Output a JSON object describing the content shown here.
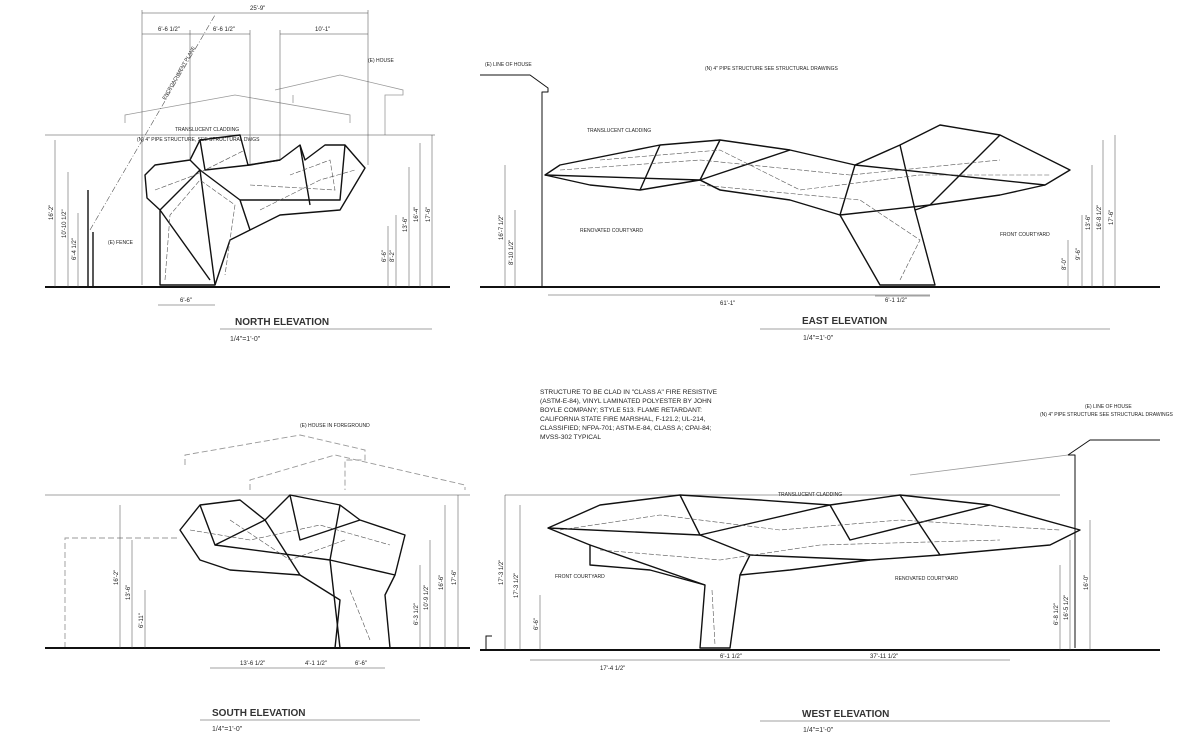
{
  "north": {
    "title": "NORTH ELEVATION",
    "scale": "1/4\"=1'-0\"",
    "dims": {
      "overall": "25'-9\"",
      "a": "6'-6 1/2\"",
      "b": "6'-6 1/2\"",
      "c": "10'-1\"",
      "base": "6'-6\"",
      "h1": "16'-2\"",
      "h2": "10'-10 1/2\"",
      "h3": "6'-4 1/2\"",
      "r1": "6'-6\"",
      "r2": "8'-2\"",
      "r3": "13'-6\"",
      "r4": "16'-4\"",
      "r5": "17'-6\""
    },
    "labels": {
      "house": "(E) HOUSE",
      "plane": "ENCROACHMENT PLANE",
      "cladding": "TRANSLUCENT CLADDING",
      "pipe": "(N) 4\" PIPE STRUCTURE, SEE STRUCTURAL DWGS",
      "fence": "(E) FENCE"
    }
  },
  "east": {
    "title": "EAST ELEVATION",
    "scale": "1/4\"=1'-0\"",
    "dims": {
      "overall": "61'-1\"",
      "base": "6'-1 1/2\"",
      "h1": "16'-7 1/2\"",
      "h2": "8'-10 1/2\"",
      "r1": "8'-0\"",
      "r2": "9'-6\"",
      "r3": "13'-6\"",
      "r4": "16'-8 1/2\"",
      "r5": "17'-6\""
    },
    "labels": {
      "line": "(E) LINE OF HOUSE",
      "pipe": "(N) 4\" PIPE STRUCTURE SEE STRUCTURAL DRAWINGS",
      "cladding": "TRANSLUCENT CLADDING",
      "renovated": "RENOVATED COURTYARD",
      "front": "FRONT COURTYARD"
    }
  },
  "south": {
    "title": "SOUTH ELEVATION",
    "scale": "1/4\"=1'-0\"",
    "dims": {
      "a": "13'-6 1/2\"",
      "b": "4'-1 1/2\"",
      "c": "6'-6\"",
      "h1": "16'-2\"",
      "h2": "13'-6\"",
      "h3": "6'-11\"",
      "r1": "6'-3 1/2\"",
      "r2": "10'-9 1/2\"",
      "r3": "16'-6\"",
      "r4": "17'-6\""
    },
    "labels": {
      "house": "(E) HOUSE IN FOREGROUND"
    }
  },
  "west": {
    "title": "WEST ELEVATION",
    "scale": "1/4\"=1'-0\"",
    "dims": {
      "a": "17'-4 1/2\"",
      "b": "6'-1 1/2\"",
      "c": "37'-11 1/2\"",
      "h1": "17'-3 1/2\"",
      "h2": "17'-3 1/2\"",
      "h3": "6'-6\"",
      "r1": "6'-8 1/2\"",
      "r2": "16'-5 1/2\"",
      "r3": "16'-0\""
    },
    "labels": {
      "line": "(E) LINE OF HOUSE",
      "pipe": "(N) 4\" PIPE STRUCTURE SEE STRUCTURAL DRAWINGS",
      "cladding": "TRANSLUCENT CLADDING",
      "renovated": "RENOVATED COURTYARD",
      "front": "FRONT COURTYARD"
    }
  },
  "note": [
    "STRUCTURE TO BE CLAD IN \"CLASS A\" FIRE RESISTIVE",
    "(ASTM-E-84), VINYL LAMINATED POLYESTER BY JOHN",
    "BOYLE COMPANY; STYLE 513. FLAME RETARDANT:",
    "CALIFORNIA STATE FIRE MARSHAL, F-121.2; UL-214,",
    "CLASSIFIED; NFPA-701; ASTM-E-84, CLASS A; CPAI-84;",
    "MVSS-302 TYPICAL"
  ]
}
